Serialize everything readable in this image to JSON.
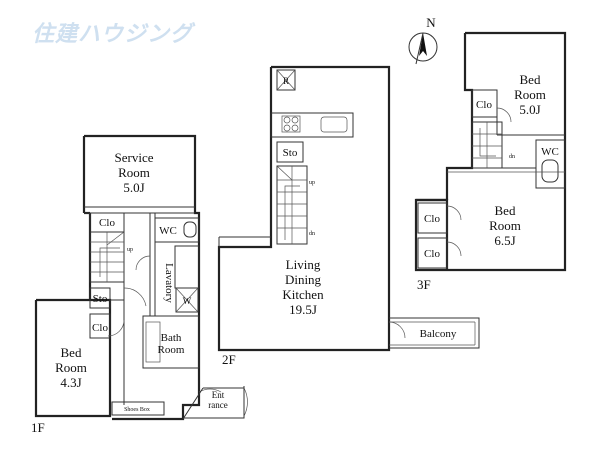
{
  "brand": {
    "logo_text": "住建ハウジング"
  },
  "compass": {
    "label": "N"
  },
  "floors": {
    "f1": {
      "label": "1F",
      "rooms": {
        "service": {
          "name_1": "Service",
          "name_2": "Room",
          "size": "5.0J"
        },
        "bed": {
          "name_1": "Bed",
          "name_2": "Room",
          "size": "4.3J"
        },
        "bath": {
          "name_1": "Bath",
          "name_2": "Room"
        },
        "lavatory": {
          "name": "Lavatory"
        },
        "wc": {
          "name": "WC"
        },
        "w": {
          "name": "W"
        },
        "clo_upper": {
          "name": "Clo"
        },
        "clo_lower": {
          "name": "Clo"
        },
        "sto": {
          "name": "Sto"
        },
        "entrance": {
          "name_1": "Ent",
          "name_2": "rance"
        },
        "shoes_box": {
          "name": "Shoes Box"
        },
        "stair_up": {
          "name": "up"
        }
      }
    },
    "f2": {
      "label": "2F",
      "rooms": {
        "ldk": {
          "name_1": "Living",
          "name_2": "Dining",
          "name_3": "Kitchen",
          "size": "19.5J"
        },
        "sto": {
          "name": "Sto"
        },
        "balcony": {
          "name": "Balcony"
        },
        "fridge": {
          "name": "R"
        },
        "stair_up": {
          "name": "up"
        },
        "stair_dn": {
          "name": "dn"
        }
      }
    },
    "f3": {
      "label": "3F",
      "rooms": {
        "bed_upper": {
          "name_1": "Bed",
          "name_2": "Room",
          "size": "5.0J"
        },
        "bed_lower": {
          "name_1": "Bed",
          "name_2": "Room",
          "size": "6.5J"
        },
        "clo_top": {
          "name": "Clo"
        },
        "clo_mid": {
          "name": "Clo"
        },
        "clo_bottom": {
          "name": "Clo"
        },
        "wc": {
          "name": "WC"
        },
        "stair_dn": {
          "name": "dn"
        }
      }
    }
  }
}
